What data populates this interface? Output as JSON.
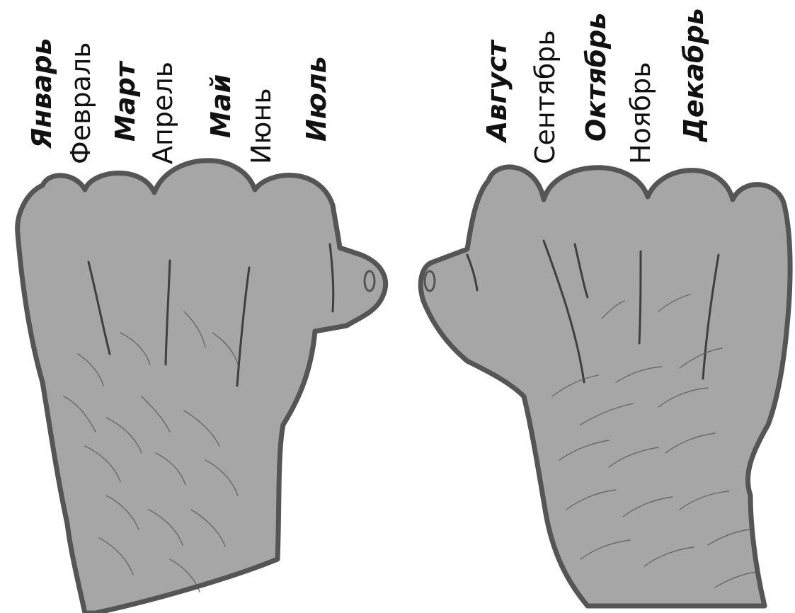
{
  "diagram": {
    "left_hand": {
      "months": [
        {
          "label": "Январь",
          "days": "long"
        },
        {
          "label": "Февраль",
          "days": "short"
        },
        {
          "label": "Март",
          "days": "long"
        },
        {
          "label": "Апрель",
          "days": "short"
        },
        {
          "label": "Май",
          "days": "long"
        },
        {
          "label": "Июнь",
          "days": "short"
        },
        {
          "label": "Июль",
          "days": "long"
        }
      ]
    },
    "right_hand": {
      "months": [
        {
          "label": "Август",
          "days": "long"
        },
        {
          "label": "Сентябрь",
          "days": "short"
        },
        {
          "label": "Октябрь",
          "days": "long"
        },
        {
          "label": "Ноябрь",
          "days": "short"
        },
        {
          "label": "Декабрь",
          "days": "long"
        }
      ]
    },
    "colors": {
      "hand_fill": "#a6a6a6",
      "hand_outline": "#555555",
      "text": "#111111",
      "background": "#ffffff"
    }
  }
}
